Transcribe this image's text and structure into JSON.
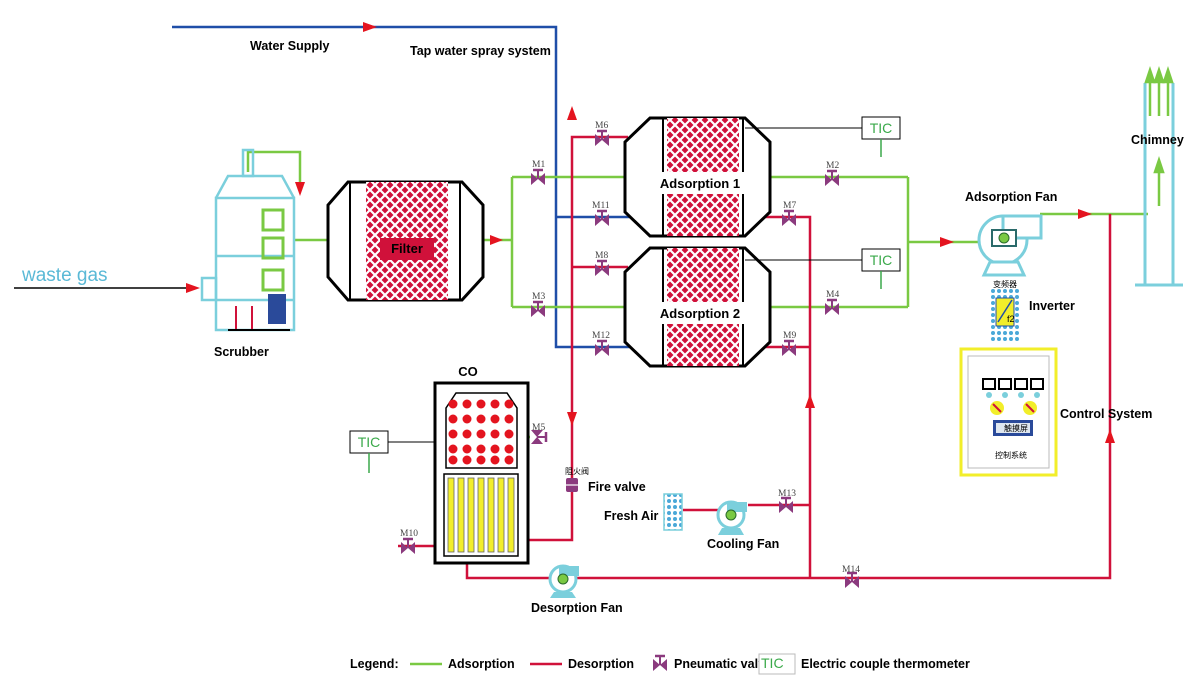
{
  "colors": {
    "adsorption_line": "#7ac943",
    "desorption_line": "#d0113a",
    "water_line": "#1f4ea8",
    "valve": "#8b3a7e",
    "equipment_cyan": "#7bcfdc",
    "tic_text": "#3aa94a",
    "control_frame": "#f2ee2a"
  },
  "labels": {
    "water_supply": "Water Supply",
    "tap_water": "Tap water spray system",
    "waste_gas": "waste   gas",
    "scrubber": "Scrubber",
    "filter": "Filter",
    "adsorption1": "Adsorption 1",
    "adsorption2": "Adsorption 2",
    "adsorption_fan": "Adsorption Fan",
    "chimney": "Chimney",
    "inverter": "Inverter",
    "control_system": "Control System",
    "co": "CO",
    "fire_valve": "Fire valve",
    "fire_valve_cn": "阻火阀",
    "fresh_air": "Fresh Air",
    "cooling_fan": "Cooling Fan",
    "desorption_fan": "Desorption Fan",
    "inverter_cn": "变频器",
    "control_screen_cn": "触摸屏",
    "control_system_cn": "控制系统",
    "inverter_mark": "f2",
    "tic": "TIC"
  },
  "valves": {
    "m1": "M1",
    "m2": "M2",
    "m3": "M3",
    "m4": "M4",
    "m5": "M5",
    "m6": "M6",
    "m7": "M7",
    "m8": "M8",
    "m9": "M9",
    "m10": "M10",
    "m11": "M11",
    "m12": "M12",
    "m13": "M13",
    "m14": "M14"
  },
  "legend": {
    "title": "Legend:",
    "adsorption": "Adsorption",
    "desorption": "Desorption",
    "pneumatic_valve": "Pneumatic valve",
    "tic": "TIC",
    "thermometer": "Electric couple thermometer"
  }
}
